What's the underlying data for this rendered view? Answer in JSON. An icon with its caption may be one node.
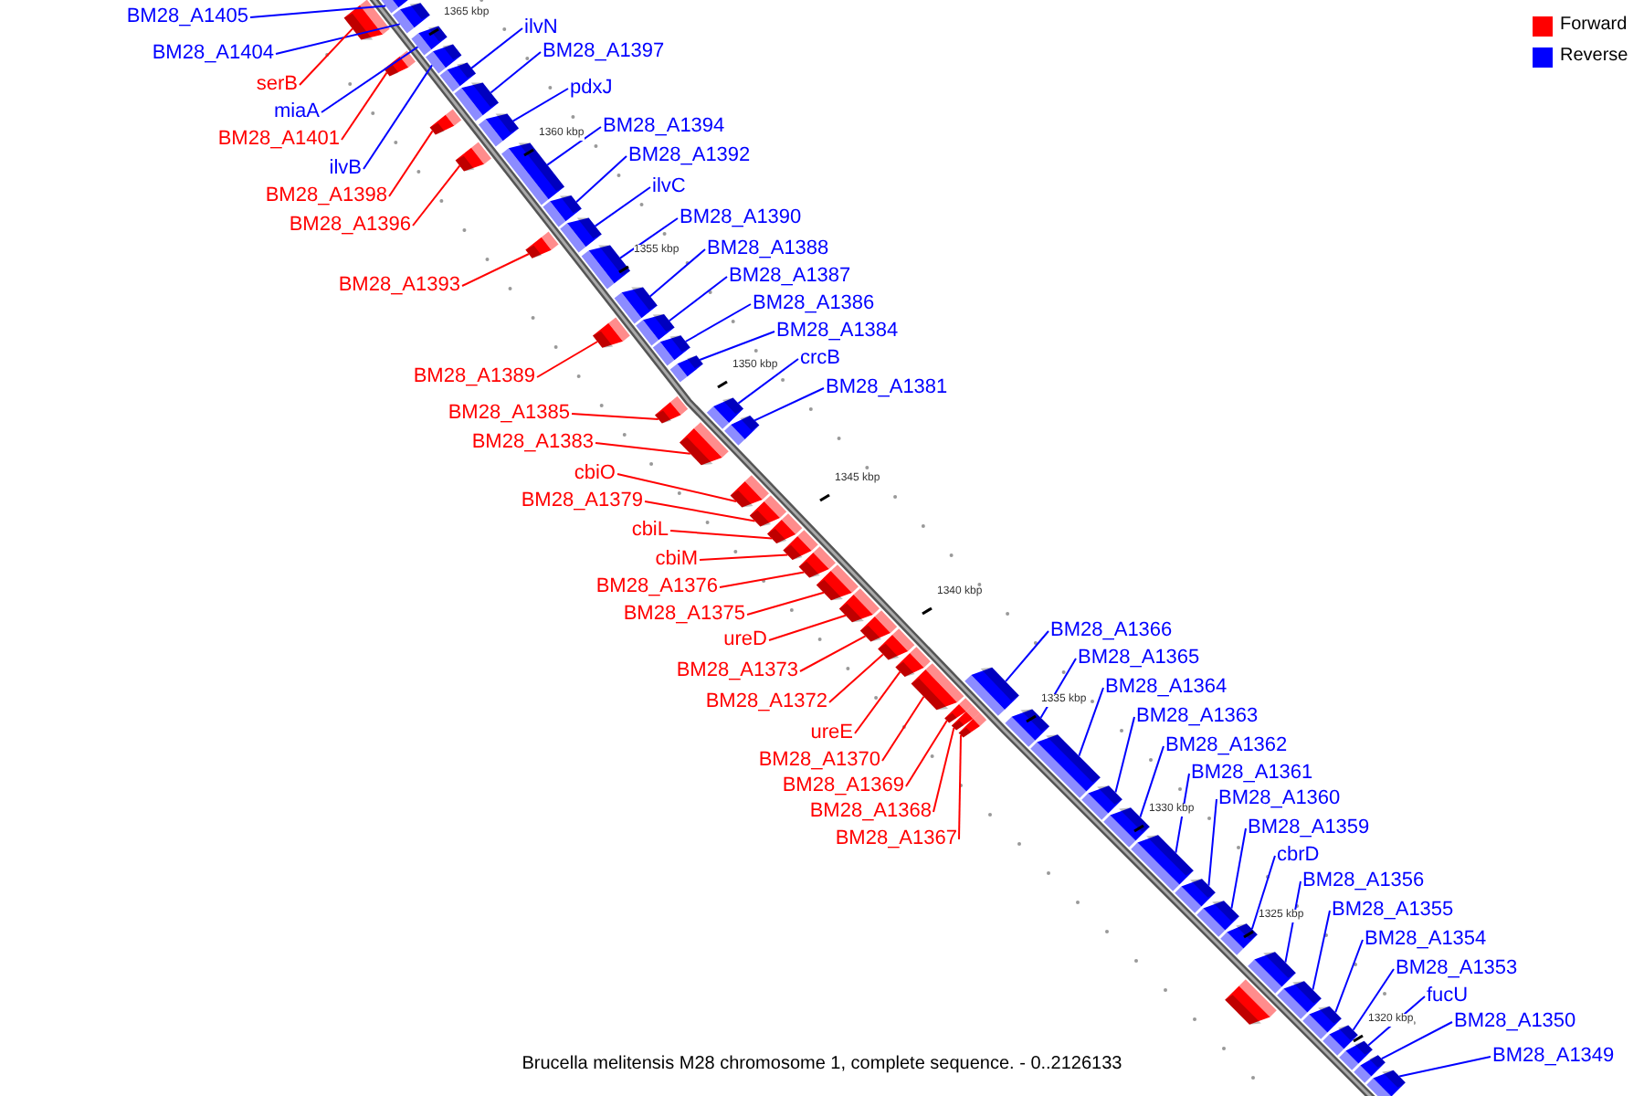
{
  "diagram": {
    "caption": "Brucella melitensis M28 chromosome 1, complete sequence. - 0..2126133",
    "nodes": [
      {
        "text": [
          "BM28_A1405"
        ]
      },
      {
        "text": [
          "BM28_A1404"
        ]
      },
      {
        "text": [
          "serB"
        ]
      },
      {
        "text": [
          "miaA"
        ]
      },
      {
        "text": [
          "BM28_A1401"
        ]
      },
      {
        "text": [
          "ilvB"
        ]
      },
      {
        "text": [
          "BM28_A1398"
        ]
      },
      {
        "text": [
          "BM28_A1396"
        ]
      },
      {
        "text": [
          "BM28_A1393"
        ]
      },
      {
        "text": [
          "BM28_A1389"
        ]
      },
      {
        "text": [
          "BM28_A1385"
        ]
      },
      {
        "text": [
          "BM28_A1383"
        ]
      },
      {
        "text": [
          "cbiO"
        ]
      },
      {
        "text": [
          "BM28_A1379"
        ]
      },
      {
        "text": [
          "cbiL"
        ]
      },
      {
        "text": [
          "cbiM"
        ]
      },
      {
        "text": [
          "BM28_A1376"
        ]
      },
      {
        "text": [
          "BM28_A1375"
        ]
      },
      {
        "text": [
          "ureD"
        ]
      },
      {
        "text": [
          "BM28_A1373"
        ]
      },
      {
        "text": [
          "BM28_A1372"
        ]
      },
      {
        "text": [
          "ureE"
        ]
      },
      {
        "text": [
          "BM28_A1370"
        ]
      },
      {
        "text": [
          "BM28_A1369"
        ]
      },
      {
        "text": [
          "BM28_A1368"
        ]
      },
      {
        "text": [
          "BM28_A1367"
        ]
      },
      {
        "text": [
          "ilvN"
        ]
      },
      {
        "text": [
          "BM28_A1397"
        ]
      },
      {
        "text": [
          "pdxJ"
        ]
      },
      {
        "text": [
          "BM28_A1394"
        ]
      },
      {
        "text": [
          "BM28_A1392"
        ]
      },
      {
        "text": [
          "ilvC"
        ]
      },
      {
        "text": [
          "BM28_A1390"
        ]
      },
      {
        "text": [
          "BM28_A1388"
        ]
      },
      {
        "text": [
          "BM28_A1387"
        ]
      },
      {
        "text": [
          "BM28_A1386"
        ]
      },
      {
        "text": [
          "BM28_A1384"
        ]
      },
      {
        "text": [
          "crcB"
        ]
      },
      {
        "text": [
          "BM28_A1381"
        ]
      },
      {
        "text": [
          "BM28_A1366"
        ]
      },
      {
        "text": [
          "BM28_A1365"
        ]
      },
      {
        "text": [
          "BM28_A1364"
        ]
      },
      {
        "text": [
          "BM28_A1363"
        ]
      },
      {
        "text": [
          "BM28_A1362"
        ]
      },
      {
        "text": [
          "BM28_A1361"
        ]
      },
      {
        "text": [
          "BM28_A1360"
        ]
      },
      {
        "text": [
          "BM28_A1359"
        ]
      },
      {
        "text": [
          "cbrD"
        ]
      },
      {
        "text": [
          "BM28_A1356"
        ]
      },
      {
        "text": [
          "BM28_A1355"
        ]
      },
      {
        "text": [
          "BM28_A1354"
        ]
      },
      {
        "text": [
          "BM28_A1353"
        ]
      },
      {
        "text": [
          "fucU"
        ]
      },
      {
        "text": [
          "BM28_A1350"
        ]
      },
      {
        "text": [
          "BM28_A1349"
        ]
      },
      {
        "text": [],
        "shape": "box"
      },
      {
        "text": [],
        "shape": "box"
      },
      {
        "text": [],
        "shape": "box"
      },
      {
        "text": [],
        "shape": "box"
      },
      {
        "text": [],
        "shape": "box"
      },
      {
        "text": [],
        "shape": "box"
      },
      {
        "text": [],
        "shape": "box"
      },
      {
        "text": [],
        "shape": "box"
      },
      {
        "text": [],
        "shape": "box"
      },
      {
        "text": [],
        "shape": "box"
      },
      {
        "text": [],
        "shape": "box"
      },
      {
        "text": [],
        "shape": "box"
      },
      {
        "text": [],
        "shape": "box"
      },
      {
        "text": [],
        "shape": "box"
      },
      {
        "text": [],
        "shape": "box"
      },
      {
        "text": [],
        "shape": "box"
      },
      {
        "text": [],
        "shape": "box"
      },
      {
        "text": [],
        "shape": "box"
      },
      {
        "text": [],
        "shape": "box"
      },
      {
        "text": [],
        "shape": "box"
      },
      {
        "text": [],
        "shape": "box"
      },
      {
        "text": [],
        "shape": "box"
      },
      {
        "text": [],
        "shape": "box"
      },
      {
        "text": [],
        "shape": "box"
      },
      {
        "text": [],
        "shape": "box"
      },
      {
        "text": [],
        "shape": "box"
      },
      {
        "text": [],
        "shape": "box"
      },
      {
        "text": [],
        "shape": "box"
      },
      {
        "text": [],
        "shape": "box"
      },
      {
        "text": [],
        "shape": "box"
      },
      {
        "text": [],
        "shape": "box"
      },
      {
        "text": [],
        "shape": "box"
      },
      {
        "text": [],
        "shape": "box"
      },
      {
        "text": [],
        "shape": "box"
      },
      {
        "text": [],
        "shape": "box"
      },
      {
        "text": [],
        "shape": "box"
      },
      {
        "text": [],
        "shape": "box"
      },
      {
        "text": [],
        "shape": "box"
      },
      {
        "text": [],
        "shape": "box"
      },
      {
        "text": [],
        "shape": "box"
      },
      {
        "text": [],
        "shape": "box"
      },
      {
        "text": [],
        "shape": "box"
      },
      {
        "text": [],
        "shape": "box"
      },
      {
        "text": [],
        "shape": "box"
      },
      {
        "text": [],
        "shape": "box"
      },
      {
        "text": [],
        "shape": "box"
      },
      {
        "text": [],
        "shape": "box"
      },
      {
        "text": [],
        "shape": "box"
      },
      {
        "text": [],
        "shape": "box"
      },
      {
        "text": [],
        "shape": "box"
      },
      {
        "text": [],
        "shape": "box"
      },
      {
        "text": [],
        "shape": "box"
      },
      {
        "text": [],
        "shape": "box"
      },
      {
        "text": [],
        "shape": "box"
      },
      {
        "text": [],
        "shape": "box"
      },
      {
        "text": [],
        "shape": "box"
      }
    ],
    "edges": [
      {
        "from": 0,
        "to": 56,
        "arrow": "none"
      },
      {
        "from": 1,
        "to": 57,
        "arrow": "none"
      },
      {
        "from": 2,
        "to": 55,
        "arrow": "none",
        "color": "#ff0000"
      },
      {
        "from": 3,
        "to": 58,
        "arrow": "none"
      },
      {
        "from": 4,
        "to": 59,
        "arrow": "none",
        "color": "#ff0000"
      },
      {
        "from": 5,
        "to": 60,
        "arrow": "none"
      },
      {
        "from": 6,
        "to": 63,
        "arrow": "none",
        "color": "#ff0000"
      },
      {
        "from": 7,
        "to": 65,
        "arrow": "none",
        "color": "#ff0000"
      },
      {
        "from": 8,
        "to": 68,
        "arrow": "none",
        "color": "#ff0000"
      },
      {
        "from": 9,
        "to": 72,
        "arrow": "none",
        "color": "#ff0000"
      },
      {
        "from": 10,
        "to": 76,
        "arrow": "none",
        "color": "#ff0000"
      },
      {
        "from": 11,
        "to": 78,
        "arrow": "none",
        "color": "#ff0000"
      },
      {
        "from": 12,
        "to": 80,
        "arrow": "none",
        "color": "#ff0000"
      },
      {
        "from": 13,
        "to": 81,
        "arrow": "none",
        "color": "#ff0000"
      },
      {
        "from": 14,
        "to": 82,
        "arrow": "none",
        "color": "#ff0000"
      },
      {
        "from": 15,
        "to": 83,
        "arrow": "none",
        "color": "#ff0000"
      },
      {
        "from": 16,
        "to": 84,
        "arrow": "none",
        "color": "#ff0000"
      },
      {
        "from": 17,
        "to": 85,
        "arrow": "none",
        "color": "#ff0000"
      },
      {
        "from": 18,
        "to": 86,
        "arrow": "none",
        "color": "#ff0000"
      },
      {
        "from": 19,
        "to": 87,
        "arrow": "none",
        "color": "#ff0000"
      },
      {
        "from": 20,
        "to": 88,
        "arrow": "none",
        "color": "#ff0000"
      },
      {
        "from": 21,
        "to": 89,
        "arrow": "none",
        "color": "#ff0000"
      },
      {
        "from": 22,
        "to": 90,
        "arrow": "none",
        "color": "#ff0000"
      },
      {
        "from": 23,
        "to": 92,
        "arrow": "none",
        "color": "#ff0000"
      },
      {
        "from": 24,
        "to": 93,
        "arrow": "none",
        "color": "#ff0000"
      },
      {
        "from": 25,
        "to": 94,
        "arrow": "none",
        "color": "#ff0000"
      },
      {
        "from": 26,
        "to": 61,
        "arrow": "none"
      },
      {
        "from": 27,
        "to": 62,
        "arrow": "none"
      },
      {
        "from": 28,
        "to": 64,
        "arrow": "none"
      },
      {
        "from": 29,
        "to": 66,
        "arrow": "none"
      },
      {
        "from": 30,
        "to": 67,
        "arrow": "none"
      },
      {
        "from": 31,
        "to": 69,
        "arrow": "none"
      },
      {
        "from": 32,
        "to": 70,
        "arrow": "none"
      },
      {
        "from": 33,
        "to": 71,
        "arrow": "none"
      },
      {
        "from": 34,
        "to": 73,
        "arrow": "none"
      },
      {
        "from": 35,
        "to": 74,
        "arrow": "none"
      },
      {
        "from": 36,
        "to": 75,
        "arrow": "none"
      },
      {
        "from": 37,
        "to": 77,
        "arrow": "none"
      },
      {
        "from": 38,
        "to": 79,
        "arrow": "none"
      },
      {
        "from": 39,
        "to": 91,
        "arrow": "none"
      },
      {
        "from": 40,
        "to": 95,
        "arrow": "none"
      },
      {
        "from": 41,
        "to": 96,
        "arrow": "none"
      },
      {
        "from": 42,
        "to": 97,
        "arrow": "none"
      },
      {
        "from": 43,
        "to": 98,
        "arrow": "none"
      },
      {
        "from": 44,
        "to": 99,
        "arrow": "none"
      },
      {
        "from": 45,
        "to": 100,
        "arrow": "none"
      },
      {
        "from": 46,
        "to": 101,
        "arrow": "none"
      },
      {
        "from": 47,
        "to": 102,
        "arrow": "none"
      },
      {
        "from": 48,
        "to": 103,
        "arrow": "none"
      },
      {
        "from": 49,
        "to": 105,
        "arrow": "none"
      },
      {
        "from": 50,
        "to": 106,
        "arrow": "none"
      },
      {
        "from": 51,
        "to": 107,
        "arrow": "none"
      },
      {
        "from": 52,
        "to": 108,
        "arrow": "none"
      },
      {
        "from": 53,
        "to": 109,
        "arrow": "none"
      },
      {
        "from": 54,
        "to": 110,
        "arrow": "none"
      }
    ],
    "labels": [
      "1365 kbp",
      "1360 kbp",
      "1355 kbp",
      "1350 kbp",
      "1345 kbp",
      "1340 kbp",
      "1335 kbp",
      "1330 kbp",
      "1325 kbp",
      "1320 kbp"
    ],
    "legend": [
      {
        "text": "Forward",
        "color": "#ff0000"
      },
      {
        "text": "Reverse",
        "color": "#0000ff"
      }
    ]
  }
}
